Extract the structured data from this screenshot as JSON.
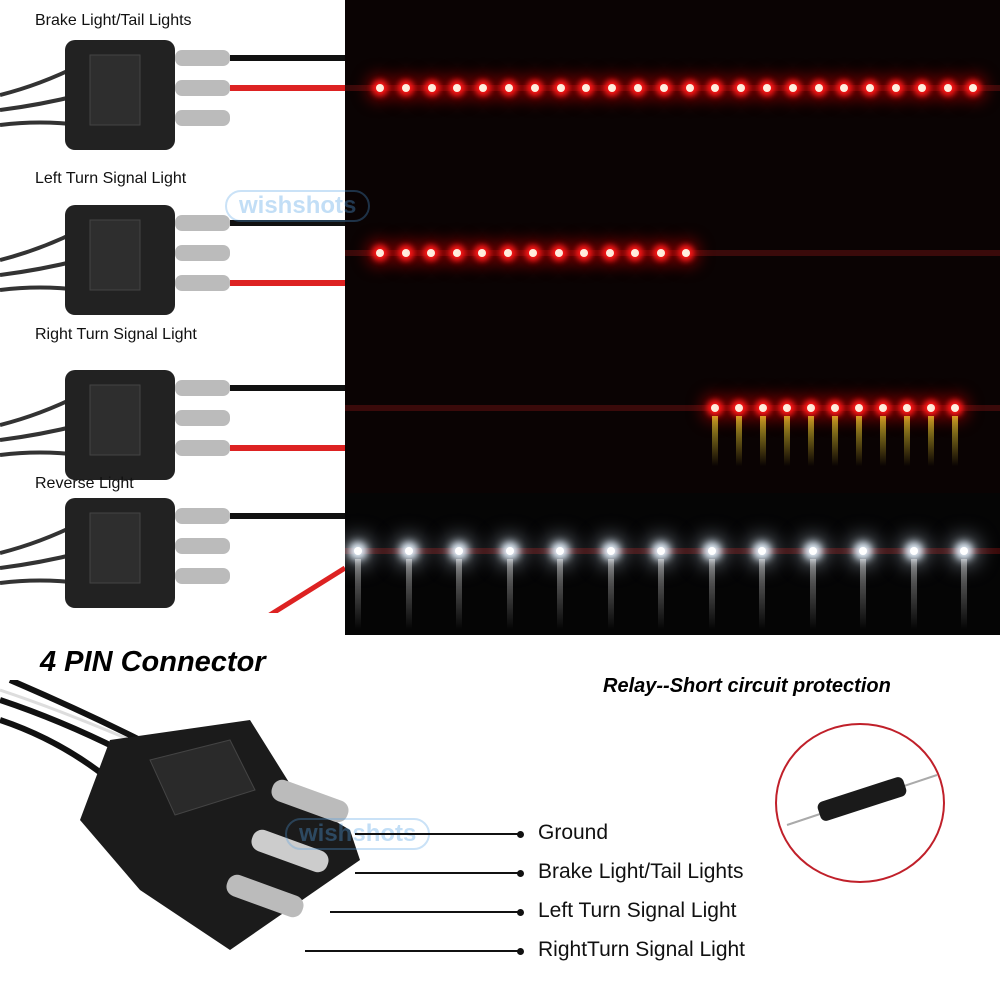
{
  "rows": [
    {
      "label": "Brake Light/Tail Lights",
      "color": "red"
    },
    {
      "label": "Left Turn Signal Light",
      "color": "red"
    },
    {
      "label": "Right Turn Signal Light",
      "color": "red"
    },
    {
      "label": "Reverse Light",
      "color": "white"
    }
  ],
  "connector_title": "4 PIN Connector",
  "relay_title": "Relay--Short circuit protection",
  "pins": [
    "Ground",
    "Brake Light/Tail Lights",
    "Left Turn Signal Light",
    "RightTurn Signal Light"
  ],
  "watermark": "wishshots",
  "colors": {
    "led_red": "#ff1a1a",
    "circle": "#c0202a",
    "panel": "#0a0303"
  }
}
